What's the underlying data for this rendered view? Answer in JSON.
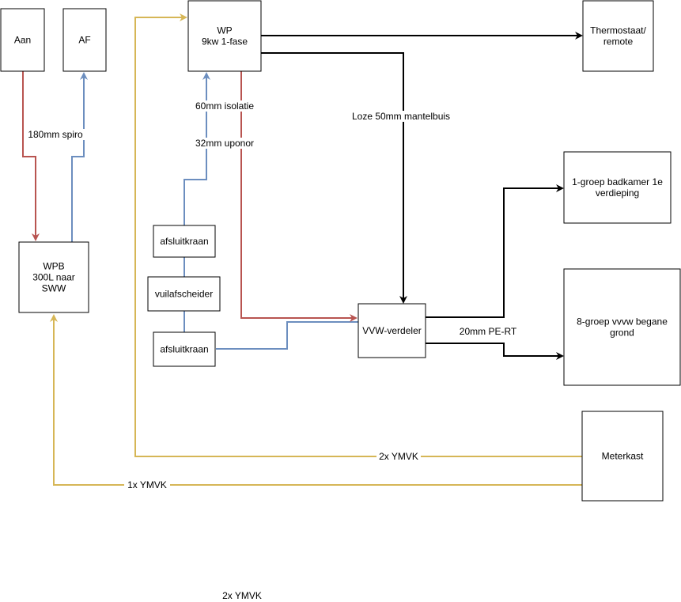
{
  "colors": {
    "red": "#b85450",
    "blue": "#6c8ebf",
    "yellow": "#d6b656",
    "black": "#000000"
  },
  "nodes": {
    "aan": {
      "lines": [
        "Aan"
      ]
    },
    "af": {
      "lines": [
        "AF"
      ]
    },
    "wp": {
      "lines": [
        "WP",
        "9kw 1-fase"
      ]
    },
    "thermostaat": {
      "lines": [
        "Thermostaat/",
        "remote"
      ]
    },
    "wpb": {
      "lines": [
        "WPB",
        "300L naar",
        "SWW"
      ]
    },
    "afsluitkraan_top": {
      "lines": [
        "afsluitkraan"
      ]
    },
    "vuilafscheider": {
      "lines": [
        "vuilafscheider"
      ]
    },
    "afsluitkraan_bottom": {
      "lines": [
        "afsluitkraan"
      ]
    },
    "vvw_verdeler": {
      "lines": [
        "VVW-verdeler"
      ]
    },
    "groep_badkamer": {
      "lines": [
        "1-groep badkamer 1e",
        "verdieping"
      ]
    },
    "groep_begane": {
      "lines": [
        "8-groep vvvw begane",
        "grond"
      ]
    },
    "meterkast": {
      "lines": [
        "Meterkast"
      ]
    }
  },
  "labels": {
    "spiro": "180mm spiro",
    "isolatie": "60mm isolatie",
    "uponor": "32mm uponor",
    "mantelbuis": "Loze 50mm mantelbuis",
    "pert": "20mm PE-RT",
    "ymvk2": "2x YMVK",
    "ymvk1": "1x YMVK",
    "ymvk2_stray": "2x YMVK"
  }
}
